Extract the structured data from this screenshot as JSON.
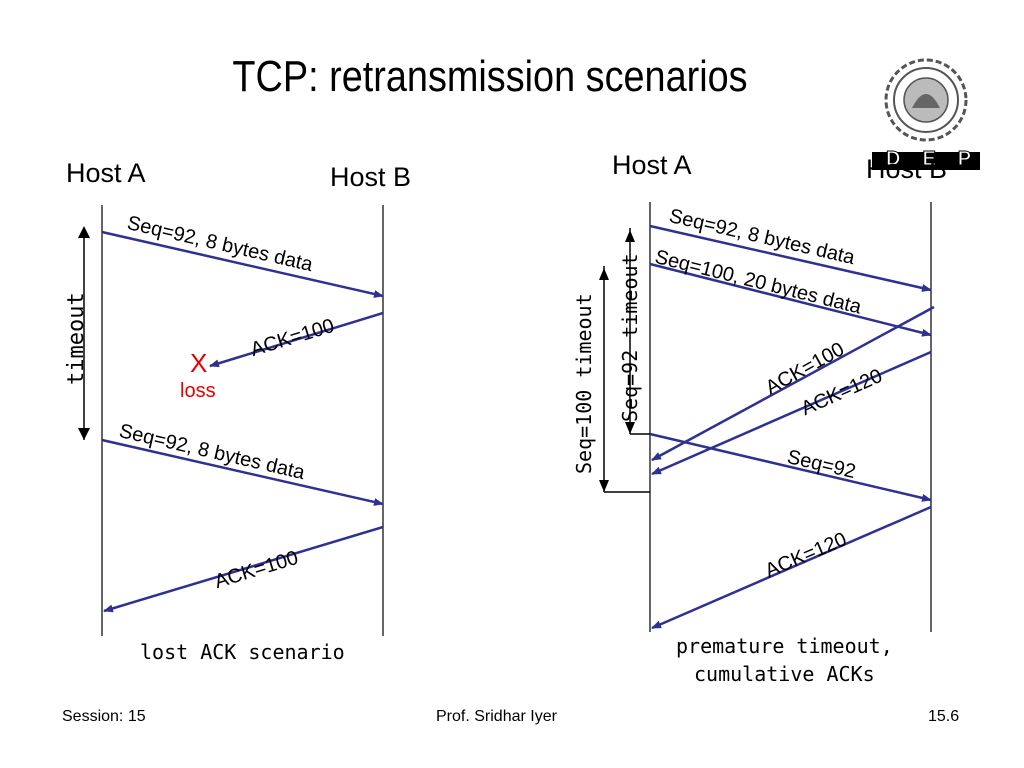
{
  "slide": {
    "title": "TCP: retransmission scenarios",
    "footer_left": "Session: 15",
    "footer_center": "Prof. Sridhar Iyer",
    "footer_right": "15.6"
  },
  "logo": {
    "text": "DEP"
  },
  "colors": {
    "arrow": "#2e3192",
    "loss": "#e60000"
  },
  "left_scenario": {
    "host_a": "Host A",
    "host_b": "Host B",
    "msg1": "Seq=92, 8 bytes data",
    "ack1": "ACK=100",
    "loss_mark": "X",
    "loss_label": "loss",
    "timeout": "timeout",
    "msg2": "Seq=92, 8 bytes data",
    "ack2": "ACK=100",
    "caption": "lost ACK scenario"
  },
  "right_scenario": {
    "host_a": "Host A",
    "host_b": "Host B",
    "msg1": "Seq=92, 8 bytes data",
    "msg2": "Seq=100, 20 bytes data",
    "ack1": "ACK=100",
    "ack2": "ACK=120",
    "seq92_timeout": "Seq=92 timeout",
    "seq100_timeout": "Seq=100 timeout",
    "msg3": "Seq=92",
    "ack3": "ACK=120",
    "caption_line1": "premature timeout,",
    "caption_line2": "cumulative ACKs"
  }
}
